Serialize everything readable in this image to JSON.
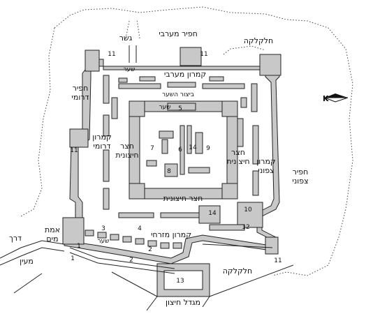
{
  "colors": {
    "ink": "#222222",
    "wall": "#c8c8c8",
    "paper": "#ffffff"
  },
  "labels": {
    "bridge": "גשר",
    "western_moat": "חפיר מערבי",
    "glacis_top": "חלקלקה",
    "gate_west": "שער",
    "western_vault": "קמרון מערבי",
    "gate_fort": "ביצור השער",
    "gate_inner": "שער",
    "southern_moat": "חפיר\nדרומי",
    "southern_vault": "קמרון\nדרומי",
    "outer_court_w": "חצר\nחיצונית",
    "outer_court_e": "חצר\nחיצונית",
    "northern_vault": "קמרון\nצפוני",
    "northern_moat": "חפיר\nצפוני",
    "outer_court_s": "חצר חיצונית",
    "eastern_vault": "קמרון מזרחי",
    "gate_east": "שער",
    "aqueduct": "אמת\nמים",
    "road": "דרך",
    "spring": "מעין",
    "glacis_bottom": "חלקלקה",
    "outer_tower": "מגדל חיצון"
  },
  "numbers": {
    "n11_nw": "11",
    "n11_ne": "11",
    "n11_sw": "11",
    "n11_e": "11",
    "n5": "5",
    "n6": "6",
    "n7": "7",
    "n8": "8",
    "n9": "9",
    "n14_a": "14",
    "n14_b": "14",
    "n10": "10",
    "n12": "12",
    "n4": "4",
    "n3": "3",
    "n2_a": "2",
    "n2_b": "2",
    "n1_a": "1",
    "n1_b": "1",
    "n13": "13"
  }
}
